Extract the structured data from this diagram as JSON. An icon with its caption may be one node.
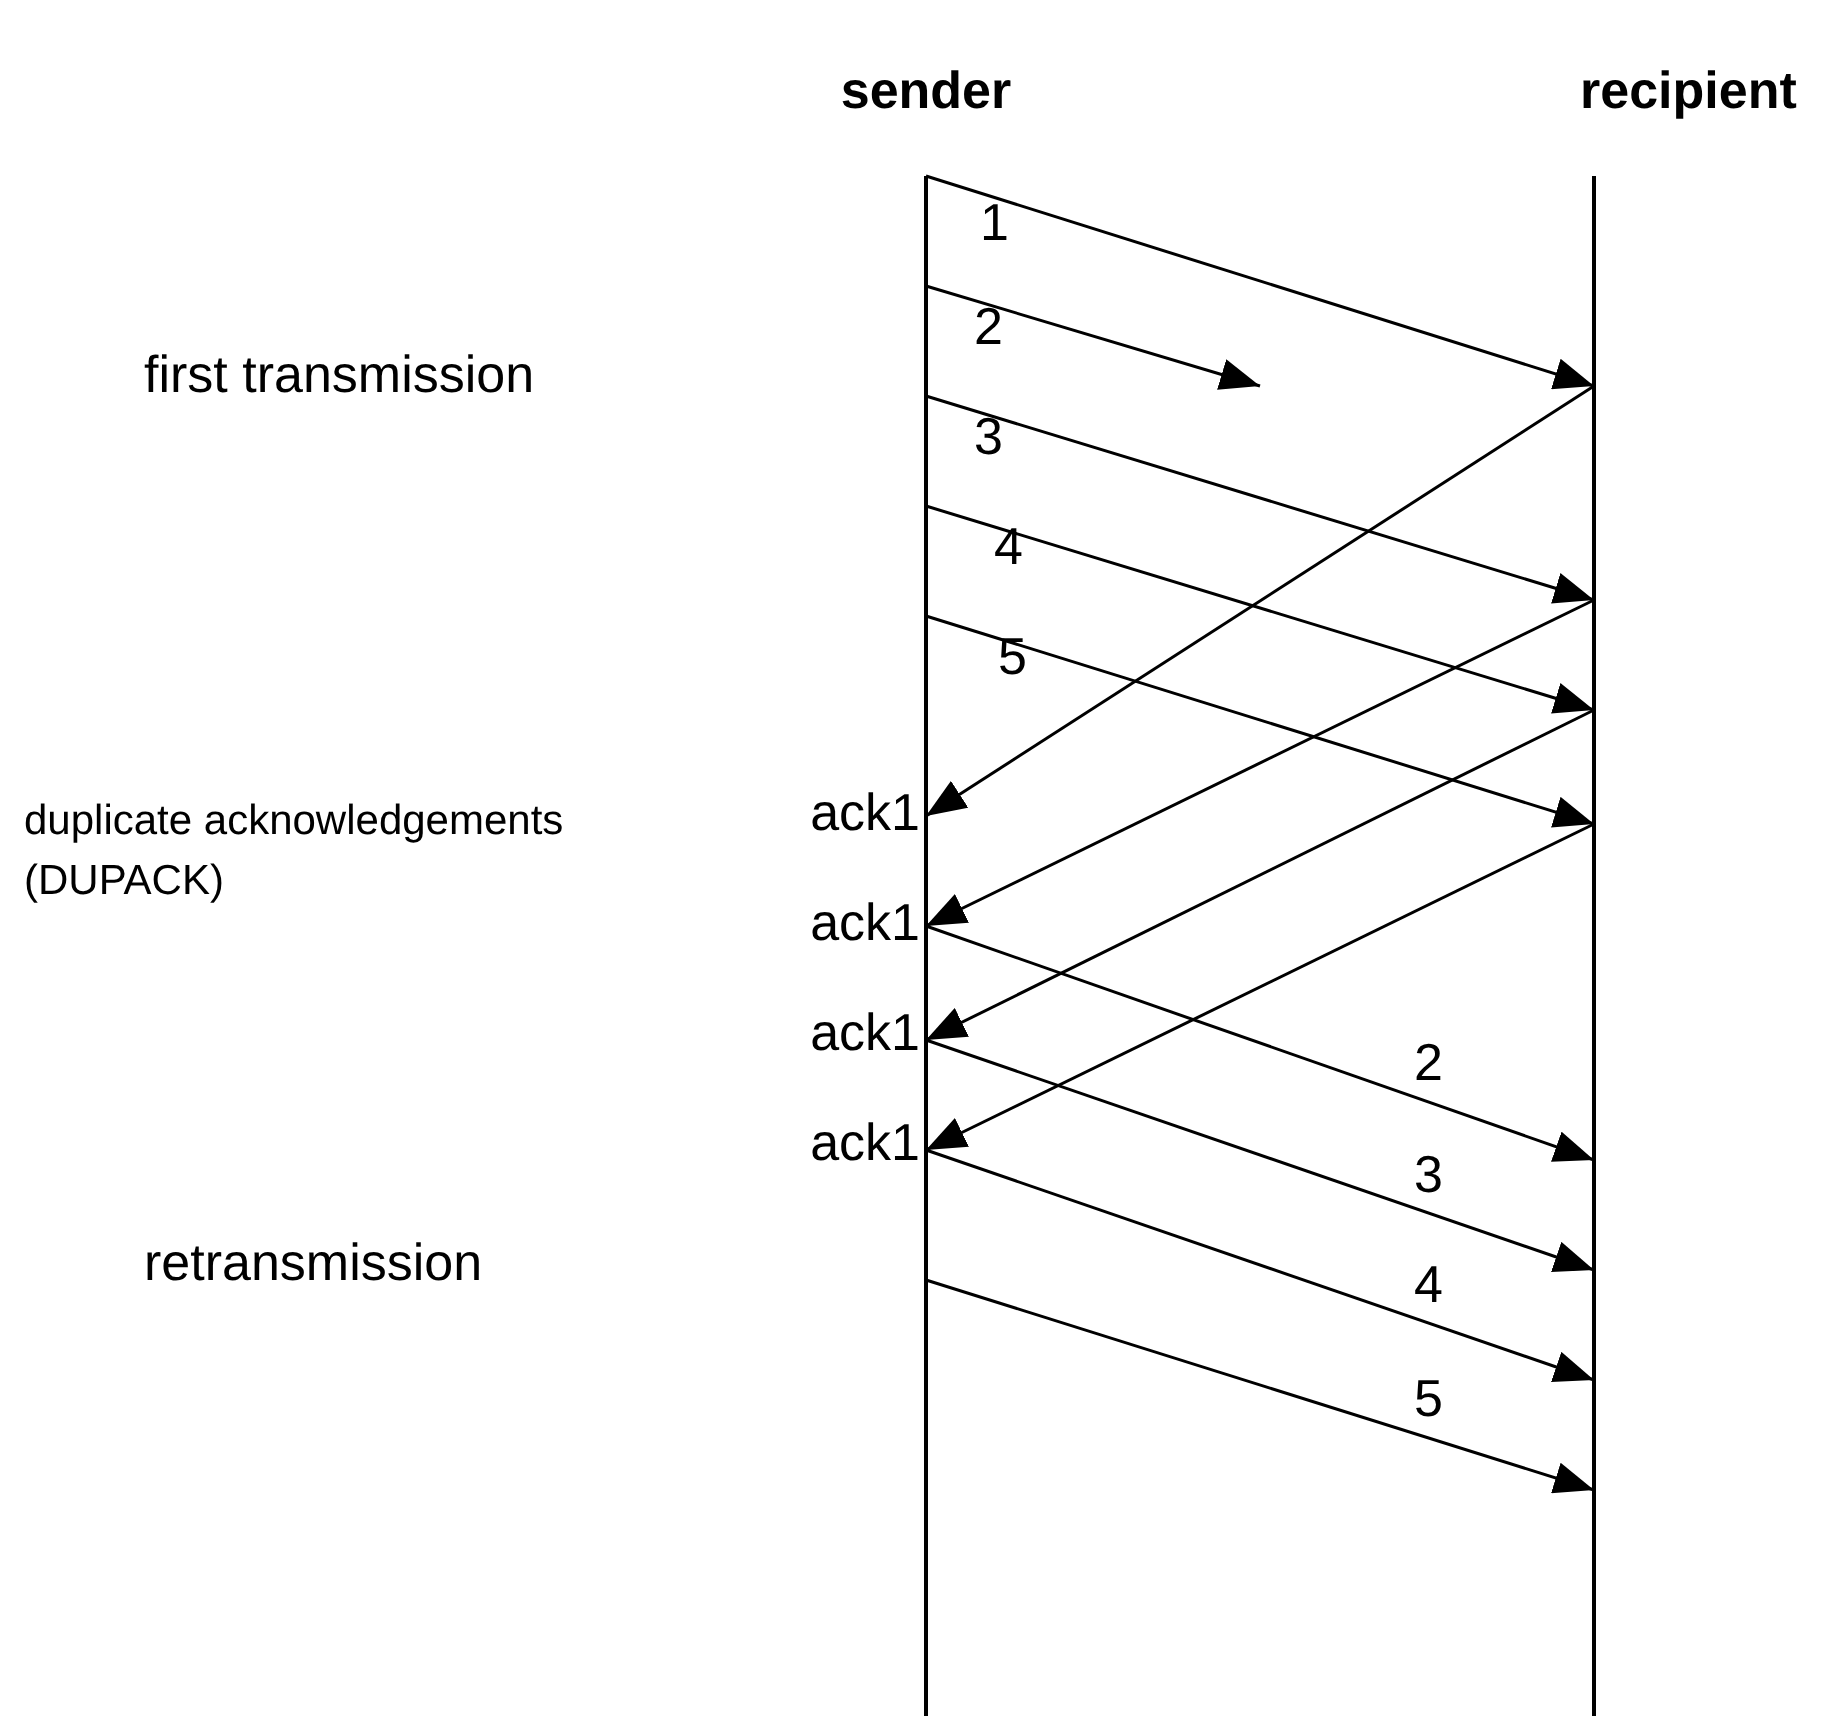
{
  "diagram": {
    "nodes": [
      {
        "text": [
          "sender"
        ]
      },
      {
        "text": [
          "recipient"
        ]
      }
    ],
    "edges": [
      {
        "from": 0,
        "to": 1,
        "arrow": "to",
        "label": "1"
      },
      {
        "from": 0,
        "to": null,
        "arrow": "to",
        "label": "2"
      },
      {
        "from": 0,
        "to": 1,
        "arrow": "to",
        "label": "3"
      },
      {
        "from": 0,
        "to": 1,
        "arrow": "to",
        "label": "4"
      },
      {
        "from": 0,
        "to": 1,
        "arrow": "to",
        "label": "5"
      },
      {
        "from": 1,
        "to": 0,
        "arrow": "to",
        "label": "ack1"
      },
      {
        "from": 1,
        "to": 0,
        "arrow": "to",
        "label": "ack1"
      },
      {
        "from": 1,
        "to": 0,
        "arrow": "to",
        "label": "ack1"
      },
      {
        "from": 1,
        "to": 0,
        "arrow": "to",
        "label": "ack1"
      },
      {
        "from": 0,
        "to": 1,
        "arrow": "to",
        "label": "2"
      },
      {
        "from": 0,
        "to": 1,
        "arrow": "to",
        "label": "3"
      },
      {
        "from": 0,
        "to": 1,
        "arrow": "to",
        "label": "4"
      },
      {
        "from": 0,
        "to": 1,
        "arrow": "to",
        "label": "5"
      }
    ],
    "labels": [
      "first transmission",
      "duplicate acknowledgements (DUPACK)",
      "retransmission"
    ]
  }
}
